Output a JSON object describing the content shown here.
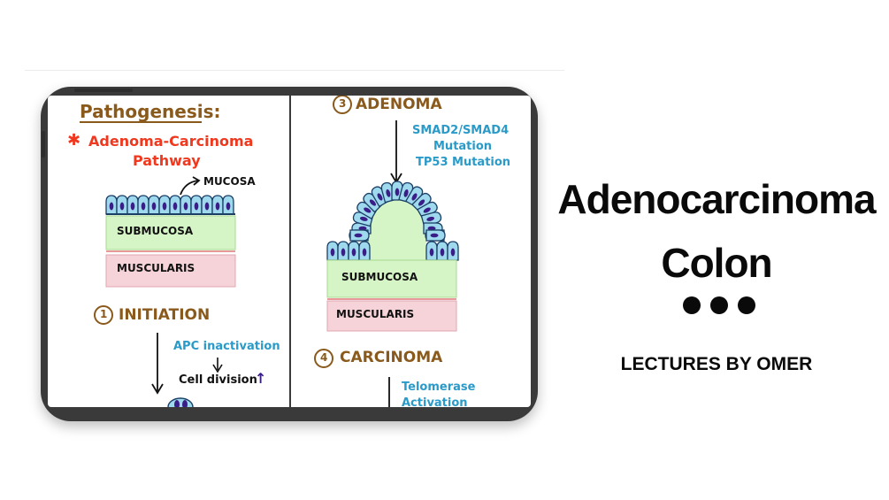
{
  "slide": {
    "title_line1": "Adenocarcinoma",
    "title_line2": "Colon",
    "author": "LECTURES BY OMER"
  },
  "left_panel": {
    "heading": "Pathogenesis:",
    "asterisk": "✱",
    "pathway_line1": "Adenoma-Carcinoma",
    "pathway_line2": "Pathway",
    "mucosa_label": "MUCOSA",
    "submucosa_label": "SUBMUCOSA",
    "muscularis_label": "MUSCULARIS",
    "step1_number": "1",
    "step1_label": "INITIATION",
    "apc_label": "APC inactivation",
    "cell_division_label": "Cell division",
    "up_arrow": "↑"
  },
  "right_panel": {
    "step3_number": "3",
    "step3_label": "ADENOMA",
    "mutation_line1": "SMAD2/SMAD4",
    "mutation_line2": "Mutation",
    "mutation_line3": "TP53 Mutation",
    "submucosa_label": "SUBMUCOSA",
    "muscularis_label": "MUSCULARIS",
    "step4_number": "4",
    "step4_label": "CARCINOMA",
    "telomerase_line1": "Telomerase",
    "telomerase_line2": "Activation"
  },
  "colors": {
    "heading_brown": "#8a5a1c",
    "pathway_red": "#f0381e",
    "annotation_blue": "#2a9ac8",
    "submucosa_green": "#d6f5c7",
    "muscularis_pink": "#f5d3d8",
    "cell_blue": "#9fd9ee",
    "nucleus_purple": "#3a1d86",
    "tablet_frame": "#3a3a3a"
  }
}
